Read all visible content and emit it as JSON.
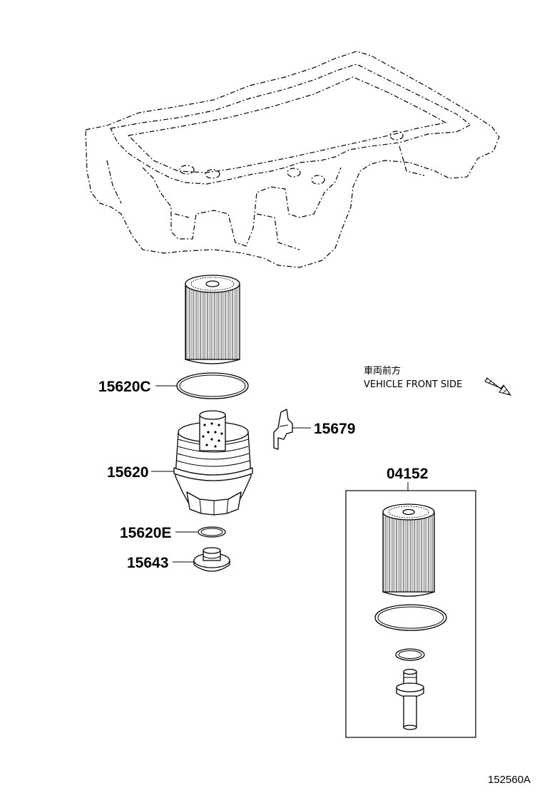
{
  "diagram": {
    "figure_number": "152560A",
    "direction_note": {
      "japanese": "車両前方",
      "english": "VEHICLE FRONT SIDE"
    },
    "parts": [
      {
        "number": "15620C"
      },
      {
        "number": "15679"
      },
      {
        "number": "15620"
      },
      {
        "number": "15620E"
      },
      {
        "number": "15643"
      },
      {
        "number": "04152"
      }
    ]
  }
}
